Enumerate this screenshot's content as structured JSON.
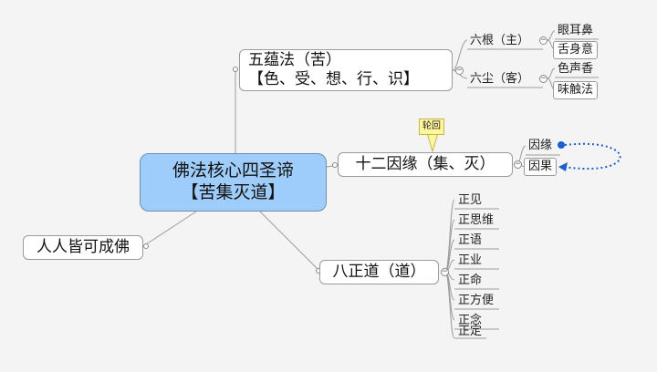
{
  "center": {
    "line1": "佛法核心四圣谛",
    "line2": "【苦集灭道】"
  },
  "branch_skandha": {
    "line1": "五蕴法（苦）",
    "line2": "【色、受、想、行、识】"
  },
  "sub_six_roots": {
    "label": "六根（主）",
    "items": [
      "眼耳鼻",
      "舌身意"
    ]
  },
  "sub_six_dusts": {
    "label": "六尘（客）",
    "items": [
      "色声香",
      "味触法"
    ]
  },
  "branch_twelve": {
    "label": "十二因缘（集、灭）",
    "callout": "轮回",
    "cause": "因缘",
    "effect": "因果"
  },
  "branch_path": {
    "label": "八正道（道）",
    "items": [
      "正见",
      "正思维",
      "正语",
      "正业",
      "正命",
      "正方便",
      "正念",
      "正定"
    ]
  },
  "branch_all": {
    "label": "人人皆可成佛"
  },
  "colors": {
    "center_fill": "#9fcdfb",
    "loop_arrow": "#1a5fcf",
    "callout_fill": "#fff79e"
  }
}
